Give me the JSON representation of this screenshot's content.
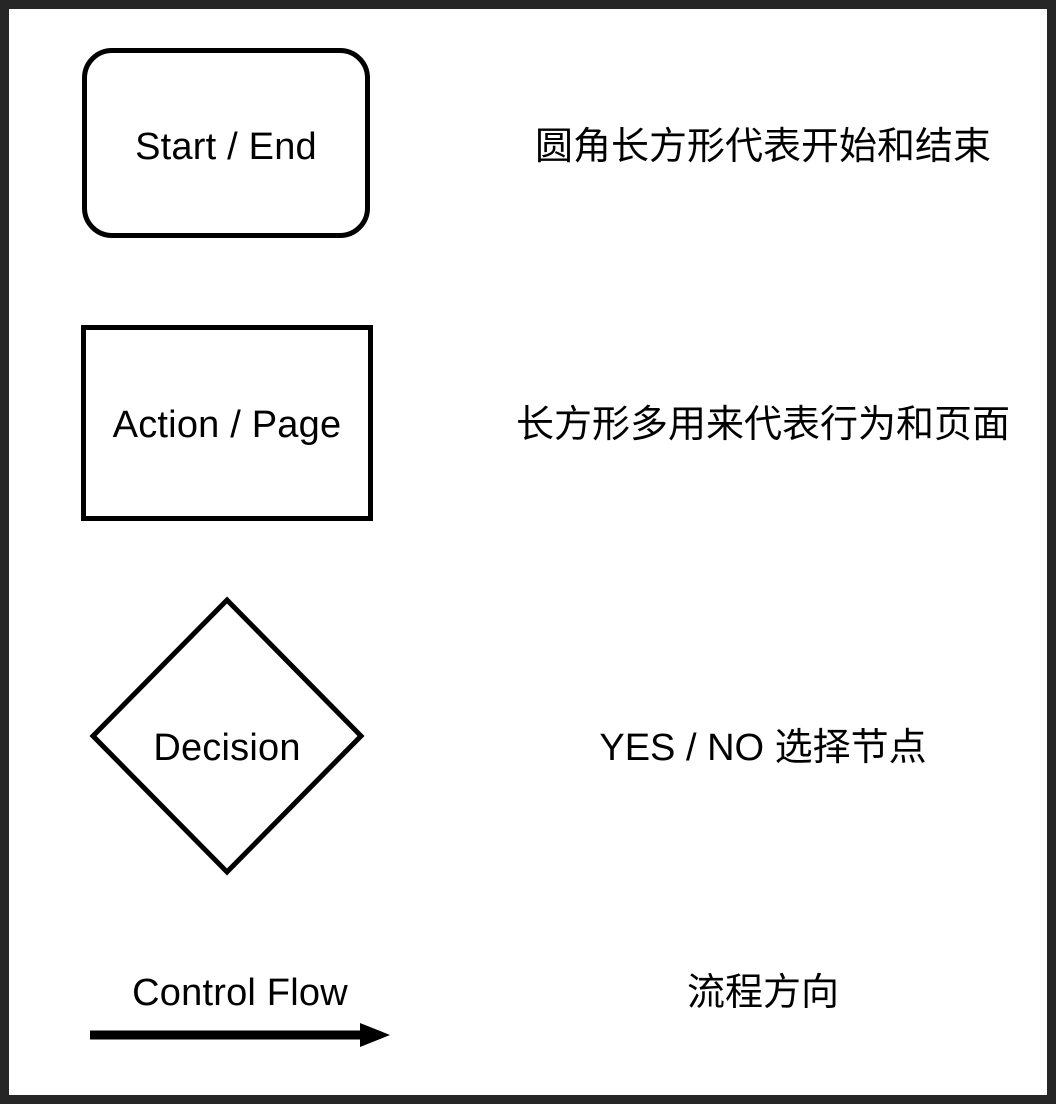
{
  "frame": {
    "border_color": "#262626",
    "background_color": "#ffffff",
    "ink_color": "#000000"
  },
  "legend": {
    "rows": [
      {
        "key": "start-end",
        "shape": "rounded-rectangle",
        "shape_label": "Start / End",
        "description": "圆角长方形代表开始和结束"
      },
      {
        "key": "action-page",
        "shape": "rectangle",
        "shape_label": "Action / Page",
        "description": "长方形多用来代表行为和页面"
      },
      {
        "key": "decision",
        "shape": "diamond",
        "shape_label": "Decision",
        "description": "YES / NO 选择节点"
      },
      {
        "key": "control-flow",
        "shape": "arrow",
        "shape_label": "Control Flow",
        "description": "流程方向"
      }
    ]
  }
}
